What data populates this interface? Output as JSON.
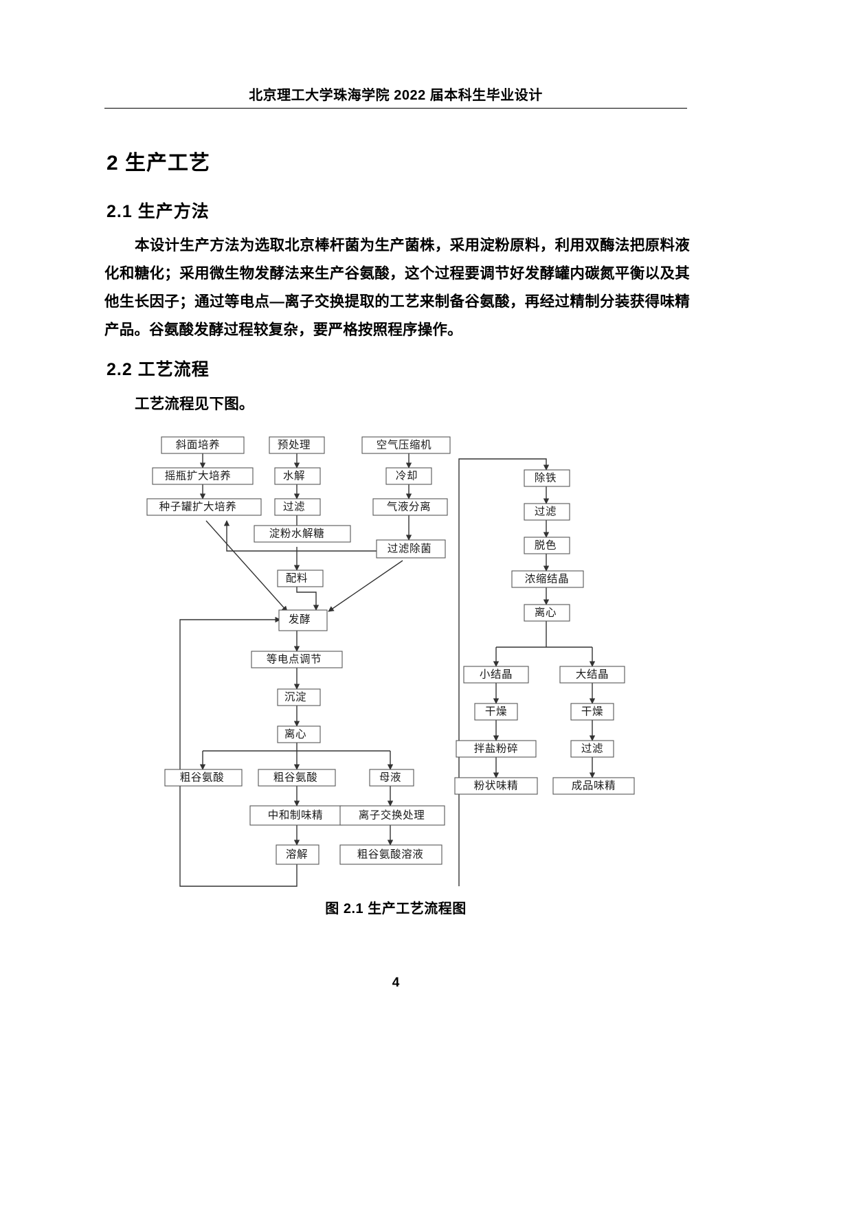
{
  "header": {
    "running_title": "北京理工大学珠海学院 2022 届本科生毕业设计"
  },
  "headings": {
    "chapter": "2  生产工艺",
    "section_1": "2.1  生产方法",
    "section_2": "2.2  工艺流程"
  },
  "body": {
    "paragraph_1": "本设计生产方法为选取北京棒杆菌为生产菌株，采用淀粉原料，利用双酶法把原料液化和糖化；采用微生物发酵法来生产谷氨酸，这个过程要调节好发酵罐内碳氮平衡以及其他生长因子；通过等电点—离子交换提取的工艺来制备谷氨酸，再经过精制分装获得味精产品。谷氨酸发酵过程较复杂，要严格按照程序操作。",
    "paragraph_2": "工艺流程见下图。"
  },
  "figure": {
    "caption": "图 2.1 生产工艺流程图",
    "nodes": {
      "n_xiemian": "斜面培养",
      "n_yaoping": "摇瓶扩大培养",
      "n_zhongzi": "种子罐扩大培养",
      "n_yuchuli": "预处理",
      "n_shuijie": "水解",
      "n_guolv1": "过滤",
      "n_dianfen": "淀粉水解糖",
      "n_kongqi": "空气压缩机",
      "n_lengque": "冷却",
      "n_qiye": "气液分离",
      "n_guolvchujun": "过滤除菌",
      "n_peiliao": "配料",
      "n_fajiao": "发酵",
      "n_dengdian": "等电点调节",
      "n_chendian": "沉淀",
      "n_lixin1": "离心",
      "n_cuguL": "粗谷氨酸",
      "n_cuguM": "粗谷氨酸",
      "n_muye": "母液",
      "n_zhonghe": "中和制味精",
      "n_lizi": "离子交换处理",
      "n_rongjie": "溶解",
      "n_cuguyerongye": "粗谷氨酸溶液",
      "n_chutie": "除铁",
      "n_guolv2": "过滤",
      "n_tuose": "脱色",
      "n_nongsuo": "浓缩结晶",
      "n_lixin2": "离心",
      "n_xiaojing": "小结晶",
      "n_dajing": "大结晶",
      "n_ganzao1": "干燥",
      "n_ganzao2": "干燥",
      "n_banyan": "拌盐粉碎",
      "n_guolv3": "过滤",
      "n_fenzhuang": "粉状味精",
      "n_chengpin": "成品味精"
    }
  },
  "footer": {
    "page_number": "4"
  }
}
